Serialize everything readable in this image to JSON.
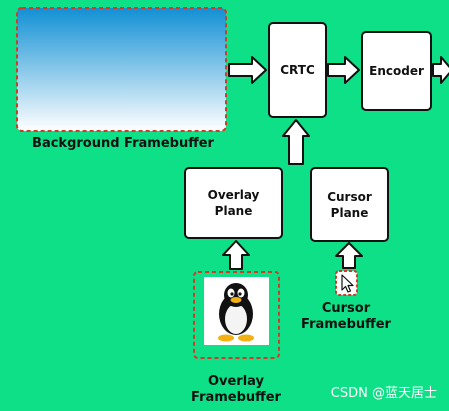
{
  "labels": {
    "background_framebuffer": "Background Framebuffer",
    "crtc": "CRTC",
    "encoder": "Encoder",
    "overlay_plane_line1": "Overlay",
    "overlay_plane_line2": "Plane",
    "cursor_plane_line1": "Cursor",
    "cursor_plane_line2": "Plane",
    "cursor_framebuffer_line1": "Cursor",
    "cursor_framebuffer_line2": "Framebuffer",
    "overlay_framebuffer_line1": "Overlay",
    "overlay_framebuffer_line2": "Framebuffer"
  },
  "watermark": "CSDN @蓝天居士",
  "colors": {
    "background": "#0de086",
    "box_fill": "#ffffff",
    "box_stroke": "#111111",
    "dashed_border": "#d43a2a",
    "gradient_top": "#1190d4",
    "gradient_bottom": "#ffffff"
  },
  "icons": {
    "overlay_image": "tux-penguin-icon",
    "cursor_image": "mouse-pointer-icon"
  }
}
